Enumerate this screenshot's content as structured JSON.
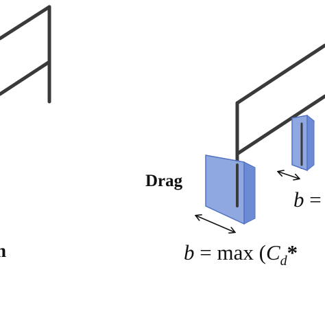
{
  "labels": {
    "drag": "Drag",
    "left_cut": "n"
  },
  "equation_main": {
    "var": "b",
    "middle": " = max (",
    "coef": "C",
    "coef_sub": "d",
    "tail": "*"
  },
  "equation_small": {
    "var": "b",
    "tail": " ="
  },
  "colors": {
    "frame": "#3a3a3a",
    "panel_fill": "#8fa9e0",
    "panel_edge": "#5271c2",
    "background": "#ffffff"
  }
}
